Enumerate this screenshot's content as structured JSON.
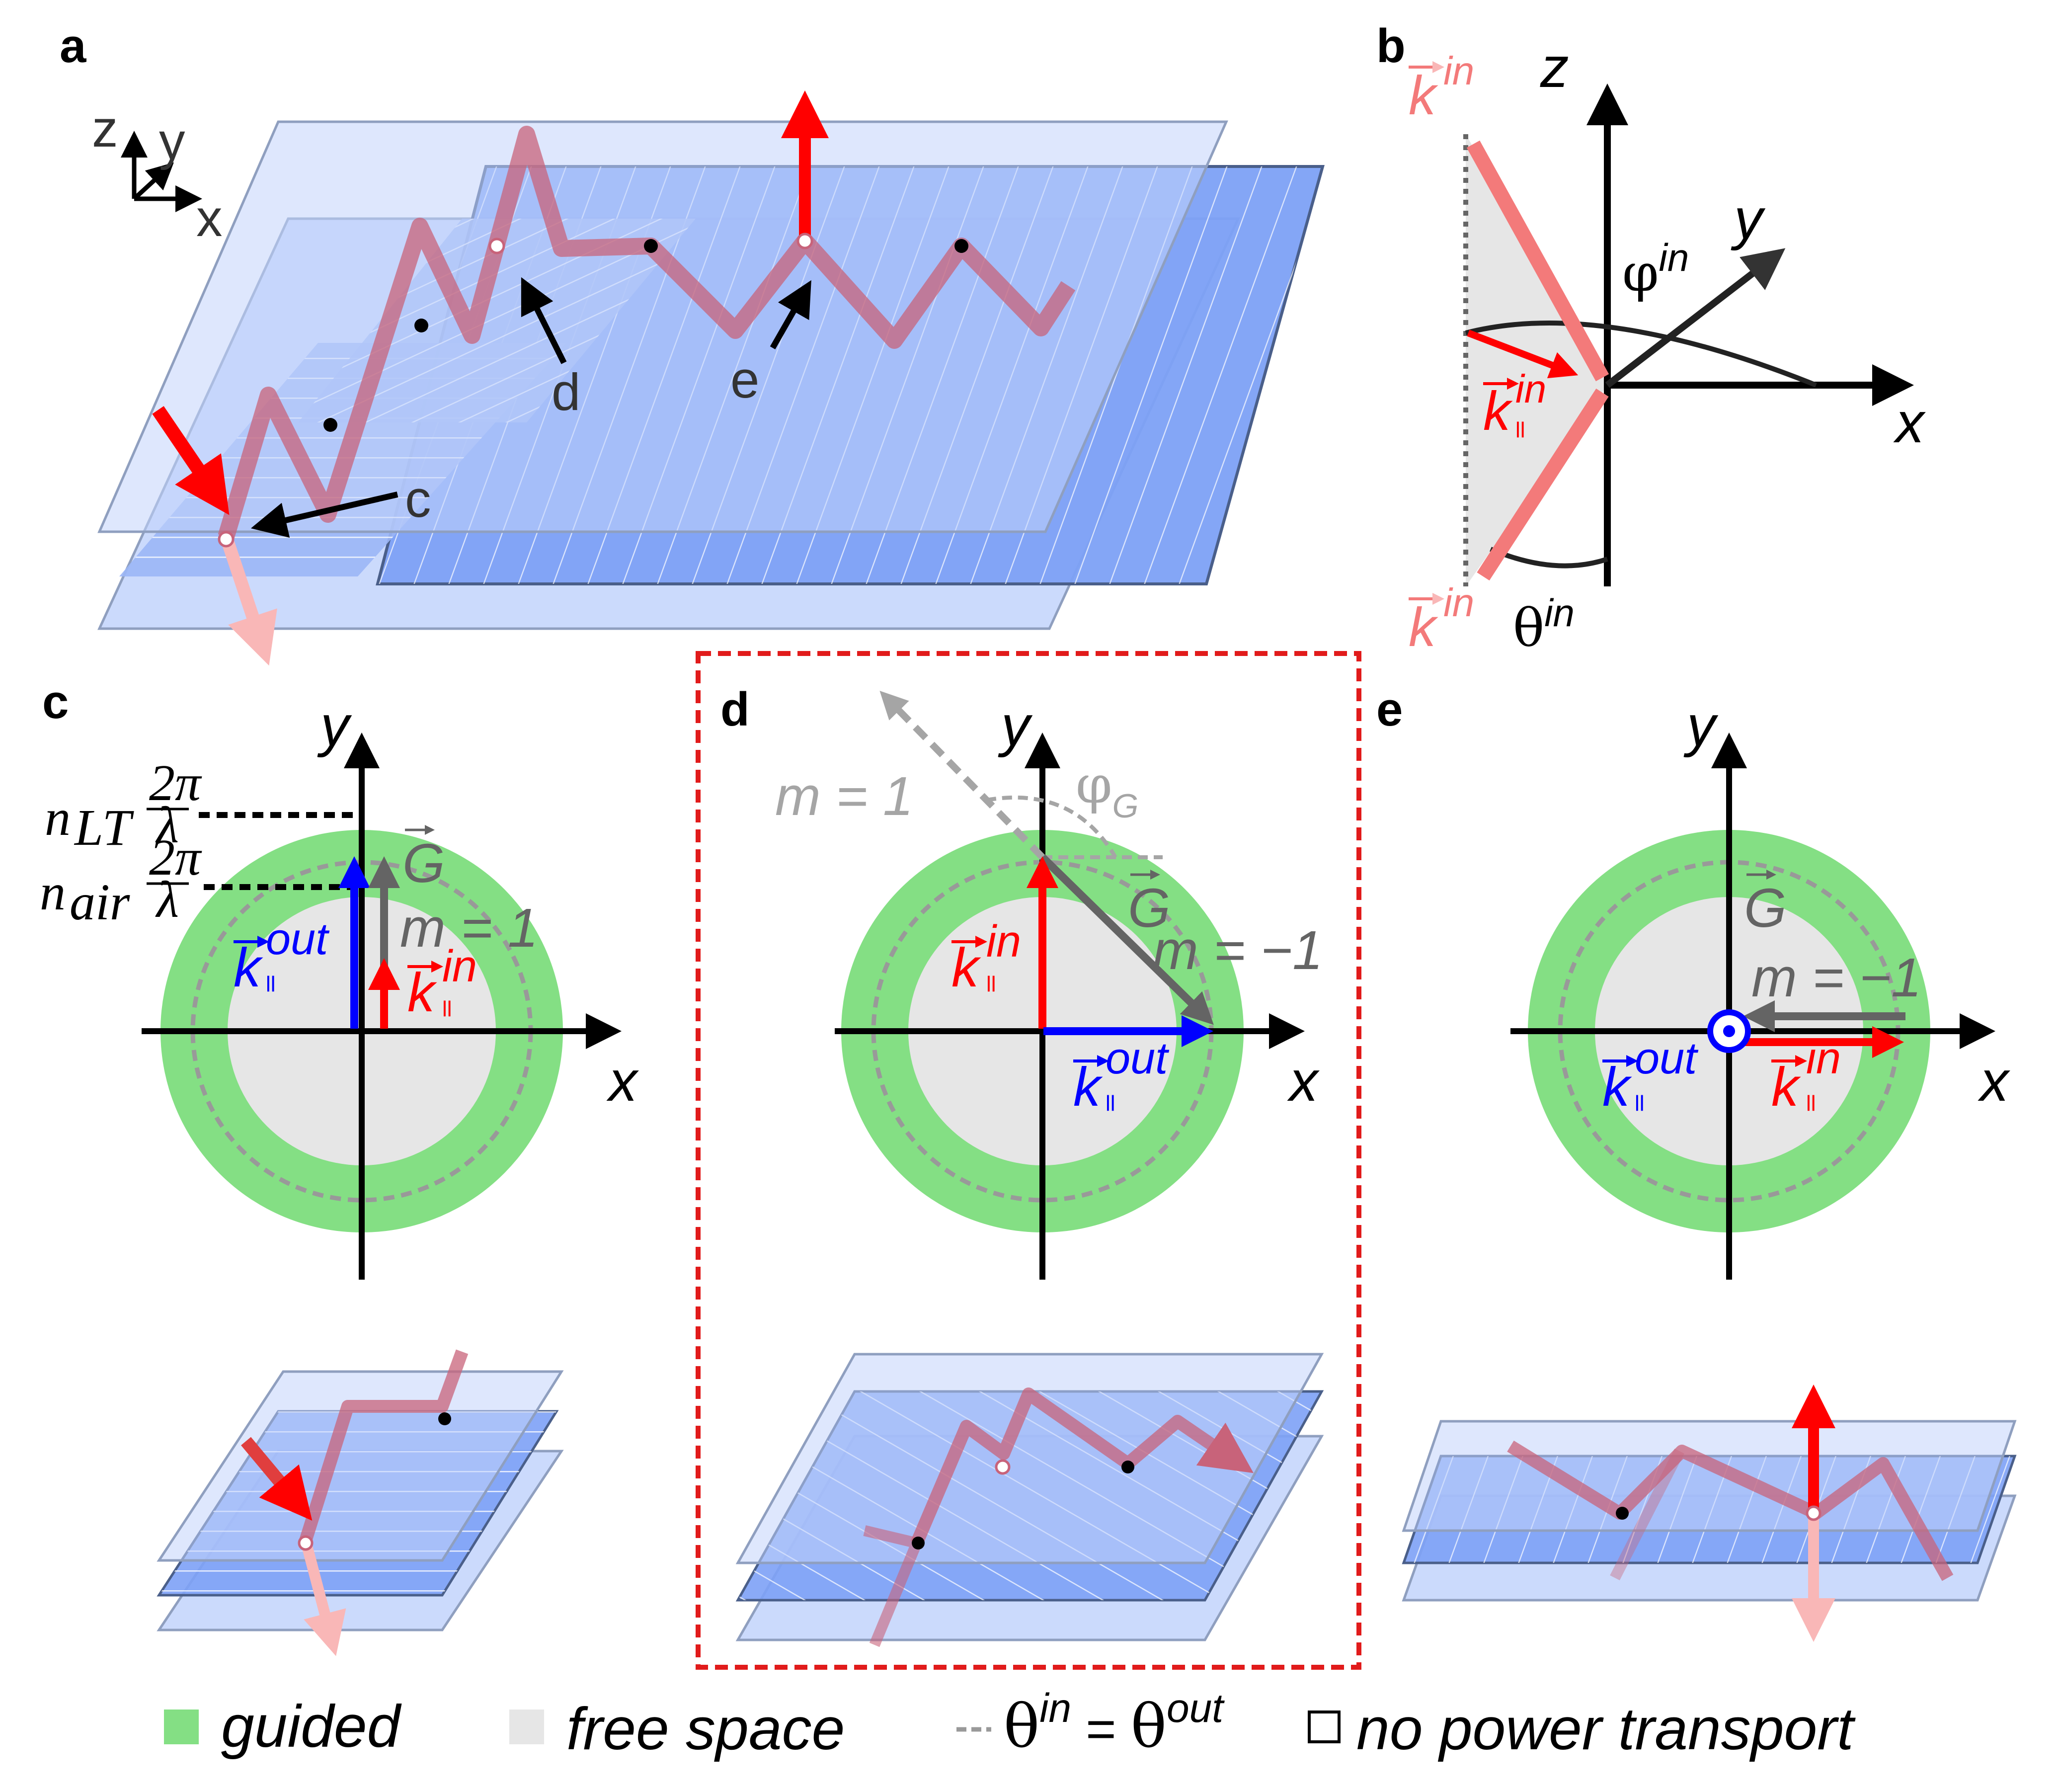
{
  "panels": {
    "a": {
      "letter": "a",
      "axes": {
        "z": "z",
        "y": "y",
        "x": "x"
      },
      "callouts": {
        "c": "c",
        "d": "d",
        "e": "e"
      }
    },
    "b": {
      "letter": "b",
      "axes": {
        "z": "z",
        "y": "y",
        "x": "x"
      },
      "k_in": "k",
      "sup_in": "in",
      "phi": "φ",
      "theta": "θ",
      "parallel": "ll"
    },
    "c": {
      "letter": "c",
      "axes": {
        "x": "x",
        "y": "y"
      },
      "n_lt": "n",
      "n_lt_sub": "LT",
      "n_air": "n",
      "n_air_sub": "air",
      "two_pi": "2π",
      "lambda": "λ",
      "G": "G",
      "m": "m = 1",
      "k_out": "k",
      "sup_out": "out",
      "k_in": "k",
      "sup_in": "in",
      "parallel": "ll"
    },
    "d": {
      "letter": "d",
      "axes": {
        "x": "x",
        "y": "y"
      },
      "m_pos": "m = 1",
      "phi_G": "φ",
      "phi_G_sub": "G",
      "G": "G",
      "m_neg": "m = −1",
      "k_in": "k",
      "sup_in": "in",
      "k_out": "k",
      "sup_out": "out",
      "parallel": "ll"
    },
    "e": {
      "letter": "e",
      "axes": {
        "x": "x",
        "y": "y"
      },
      "G": "G",
      "m": "m = −1",
      "k_out": "k",
      "sup_out": "out",
      "k_in": "k",
      "sup_in": "in",
      "parallel": "ll"
    }
  },
  "legend": {
    "guided": "guided",
    "free_space": "free space",
    "theta_in": "θ",
    "theta_sup_in": "in",
    "equals": " = ",
    "theta_out": "θ",
    "theta_sup_out": "out",
    "no_power": "no power transport"
  },
  "colors": {
    "guided": "#84df84",
    "free_space": "#e6e6e6",
    "k_in": "#ff0000",
    "k_out": "#0000ff",
    "G": "#646464",
    "slab": "#c2d3fb",
    "dashed_box": "#e11b1b"
  }
}
